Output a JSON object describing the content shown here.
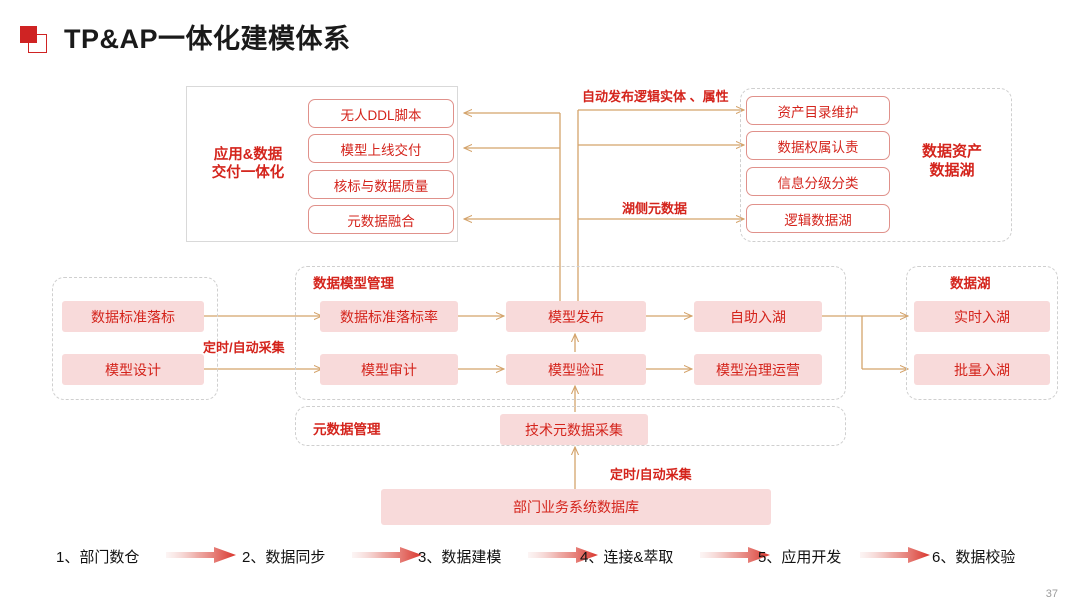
{
  "header": {
    "title": "TP&AP一体化建模体系",
    "logo_icon": "red-double-square-icon"
  },
  "colors": {
    "brand_red": "#d4241c",
    "logo_red": "#cf2323",
    "box_fill": "#f8dada",
    "box_outline": "#e0918b",
    "connector": "#d4a36b",
    "group_dash": "#cfcfcf",
    "panel_border": "#d9d9d9"
  },
  "top_panel": {
    "label": "应用&数据\n交付一体化",
    "boxes": [
      {
        "label": "无人DDL脚本"
      },
      {
        "label": "模型上线交付"
      },
      {
        "label": "核标与数据质量"
      },
      {
        "label": "元数据融合"
      }
    ]
  },
  "asset_lake_panel": {
    "label": "数据资产\n数据湖",
    "boxes": [
      {
        "label": "资产目录维护"
      },
      {
        "label": "数据权属认责"
      },
      {
        "label": "信息分级分类"
      },
      {
        "label": "逻辑数据湖"
      }
    ]
  },
  "annotations": {
    "auto_publish": "自动发布逻辑实体 、属性",
    "lake_meta": "湖侧元数据",
    "scheduled_collect_mid": "定时/自动采集",
    "scheduled_collect_bottom": "定时/自动采集"
  },
  "groups": [
    {
      "id": "dept-warehouse",
      "title": ""
    },
    {
      "id": "data-model-mgmt",
      "title": "数据模型管理"
    },
    {
      "id": "meta-data-mgmt",
      "title": "元数据管理"
    },
    {
      "id": "data-lake",
      "title": "数据湖"
    }
  ],
  "process_boxes": {
    "left_group": [
      {
        "label": "数据标准落标"
      },
      {
        "label": "模型设计"
      }
    ],
    "model_mgmt": [
      {
        "label": "数据标准落标率"
      },
      {
        "label": "模型审计"
      },
      {
        "label": "模型发布"
      },
      {
        "label": "模型验证"
      },
      {
        "label": "自助入湖"
      },
      {
        "label": "模型治理运营"
      }
    ],
    "meta_mgmt": [
      {
        "label": "技术元数据采集"
      }
    ],
    "lake": [
      {
        "label": "实时入湖"
      },
      {
        "label": "批量入湖"
      }
    ],
    "source": {
      "label": "部门业务系统数据库"
    }
  },
  "legend": {
    "items": [
      {
        "label": "1、部门数仓"
      },
      {
        "label": "2、数据同步"
      },
      {
        "label": "3、数据建模"
      },
      {
        "label": "4、连接&萃取"
      },
      {
        "label": "5、应用开发"
      },
      {
        "label": "6、数据校验"
      }
    ]
  },
  "footer": {
    "page_number": "37"
  }
}
